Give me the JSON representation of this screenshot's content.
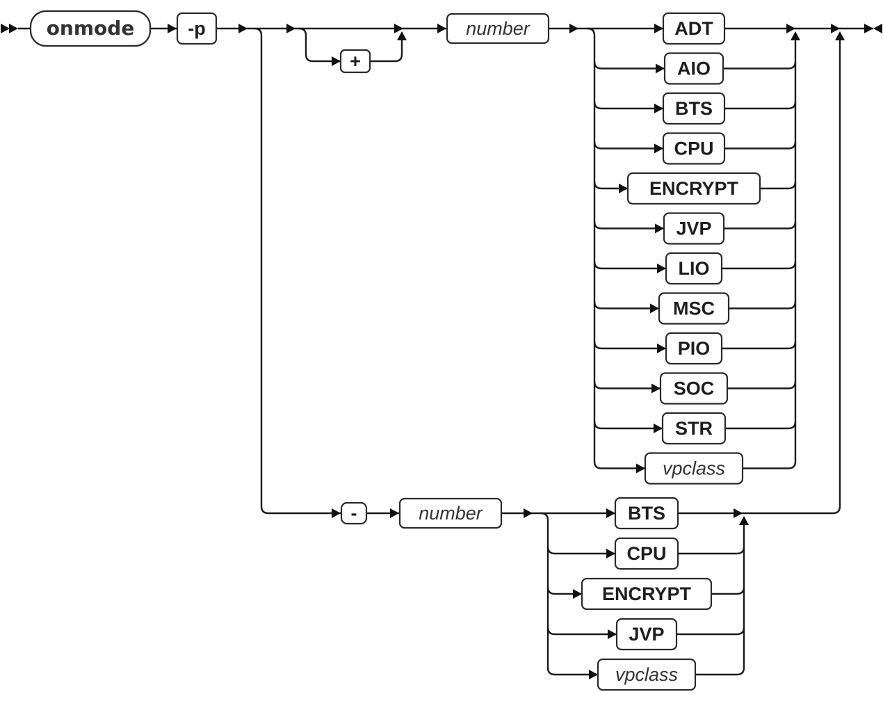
{
  "diagram": {
    "type": "syntax-railroad-diagram",
    "command": "onmode",
    "flag": "-p",
    "add_branch": {
      "optional_sign": "+",
      "argument": "number",
      "options": [
        "ADT",
        "AIO",
        "BTS",
        "CPU",
        "ENCRYPT",
        "JVP",
        "LIO",
        "MSC",
        "PIO",
        "SOC",
        "STR"
      ],
      "variable_option": "vpclass"
    },
    "remove_branch": {
      "sign": "-",
      "argument": "number",
      "options": [
        "BTS",
        "CPU",
        "ENCRYPT",
        "JVP"
      ],
      "variable_option": "vpclass"
    },
    "line_color": "#1a1a1a",
    "text_color": "#1e1e1e"
  }
}
